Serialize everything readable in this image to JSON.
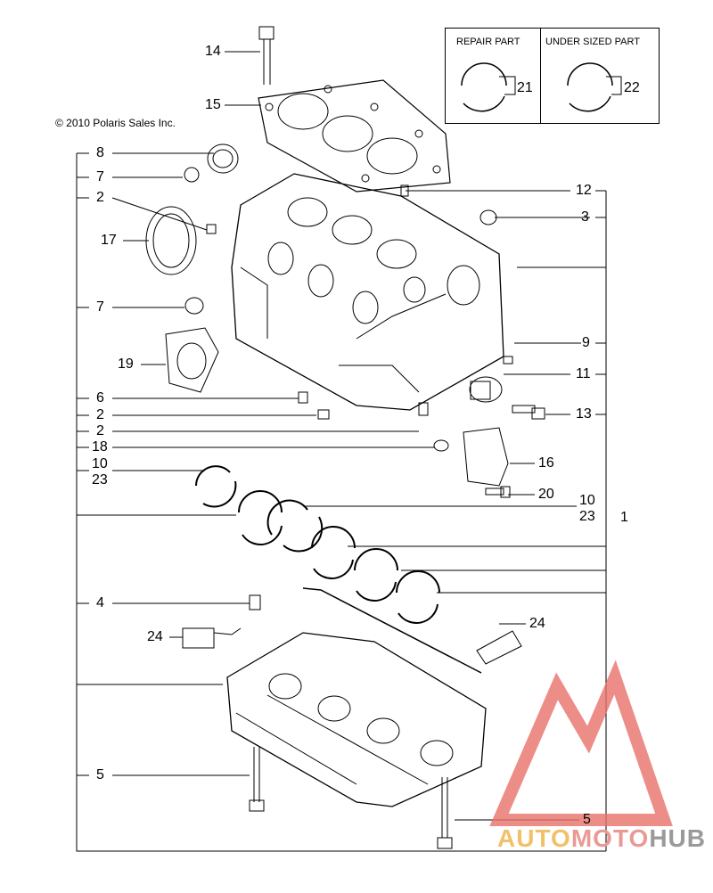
{
  "copyright": "© 2010 Polaris Sales Inc.",
  "legend": {
    "repair_part": "REPAIR PART",
    "repair_num": "21",
    "under_sized_part": "UNDER SIZED PART",
    "under_sized_num": "22"
  },
  "callouts": {
    "c14": "14",
    "c15": "15",
    "c8": "8",
    "c7a": "7",
    "c2a": "2",
    "c17": "17",
    "c7b": "7",
    "c19": "19",
    "c6": "6",
    "c2b": "2",
    "c2c": "2",
    "c18": "18",
    "c10a": "10",
    "c23a": "23",
    "c4": "4",
    "c24a": "24",
    "c5a": "5",
    "c12": "12",
    "c3": "3",
    "c9": "9",
    "c11": "11",
    "c13": "13",
    "c16": "16",
    "c20": "20",
    "c10b": "10",
    "c23b": "23",
    "c1": "1",
    "c24b": "24",
    "c5b": "5"
  },
  "watermark": {
    "part_a": "AUTO",
    "part_b": "MOTO",
    "part_c": "HUB"
  },
  "colors": {
    "watermark_triangle": "#e8706a",
    "watermark_gold": "#f2c069",
    "watermark_gray": "#9a9a9a"
  }
}
